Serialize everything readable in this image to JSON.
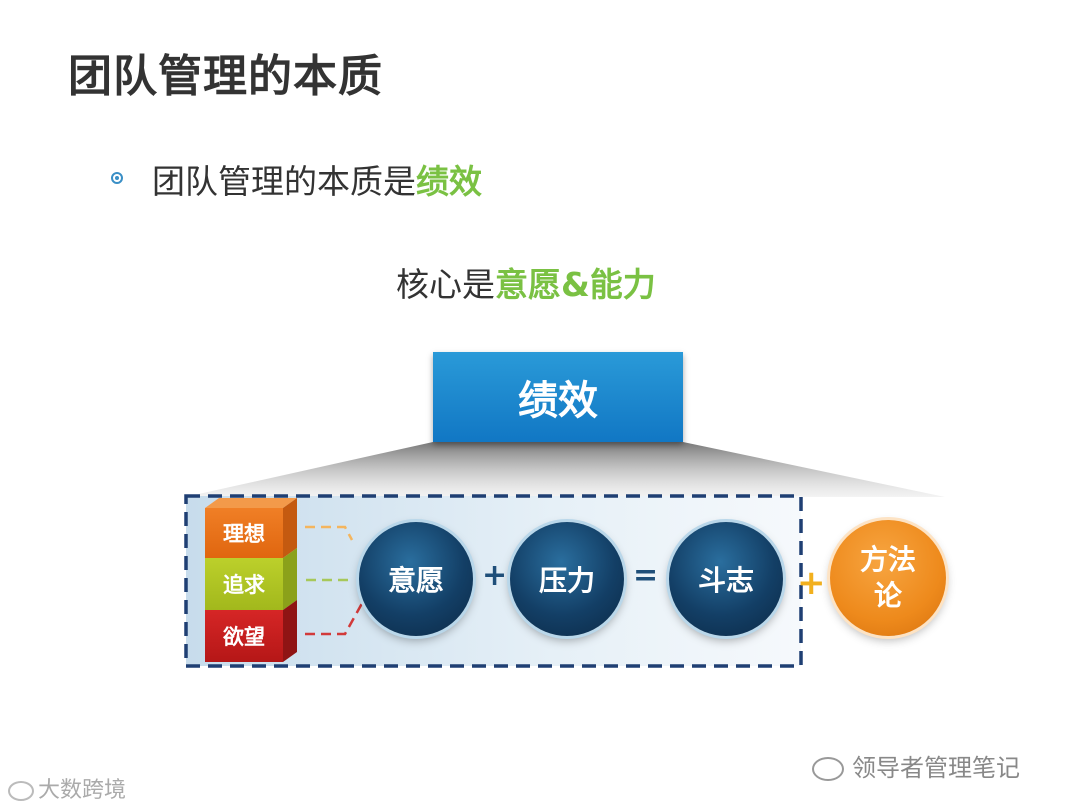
{
  "title": "团队管理的本质",
  "bullet": {
    "text": "团队管理的本质是",
    "highlight": "绩效"
  },
  "core": {
    "text": "核心是",
    "highlight": "意愿&能力"
  },
  "diagram": {
    "top_box": "绩效",
    "stack": [
      "理想",
      "追求",
      "欲望"
    ],
    "circles": [
      "意愿",
      "压力",
      "斗志"
    ],
    "operators": [
      "+",
      "=",
      "+"
    ],
    "method_line1": "方法",
    "method_line2": "论"
  },
  "footer": {
    "left_watermark": "大数跨境",
    "right_watermark": "领导者管理笔记"
  },
  "colors": {
    "accent_green": "#7ac143",
    "blue_box": "#1a88cf",
    "navy_circle": "#133f66",
    "orange": "#ee8a1c"
  }
}
